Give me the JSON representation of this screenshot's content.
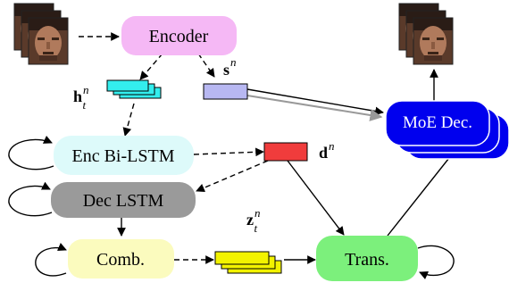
{
  "nodes": {
    "encoder": "Encoder",
    "enc_bilstm": "Enc Bi-LSTM",
    "dec_lstm": "Dec LSTM",
    "comb": "Comb.",
    "trans": "Trans.",
    "moe_dec": "MoE Dec."
  },
  "variables": {
    "h": {
      "base": "h",
      "sub": "t",
      "sup": "n"
    },
    "s": {
      "base": "s",
      "sup": "n"
    },
    "d": {
      "base": "d",
      "sup": "n"
    },
    "z": {
      "base": "z",
      "sub": "t",
      "sup": "n"
    }
  },
  "colors": {
    "encoder": "#f5b8f5",
    "enc_bilstm": "#ddfafa",
    "dec_lstm": "#9a9a9a",
    "comb": "#fbfbbe",
    "trans": "#7cf07c",
    "moe_dec": "#0000ee",
    "h_vec": "#33eeee",
    "s_vec": "#b8b8f2",
    "d_vec": "#f03c3c",
    "z_vec": "#f2f200"
  },
  "icons": {
    "input_frames": "face-image-stack-icon",
    "output_frames": "face-image-stack-icon"
  }
}
